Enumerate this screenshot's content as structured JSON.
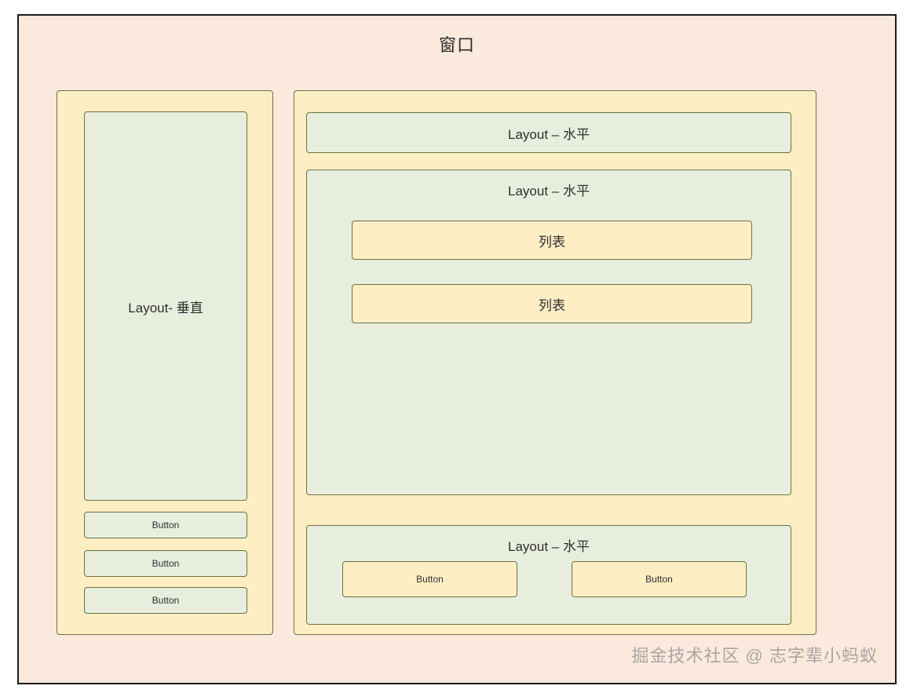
{
  "window": {
    "title": "窗口",
    "background_color": "#fbe9dd",
    "border_color": "#1a1a1a"
  },
  "palette": {
    "panel_cream": "#fdeec4",
    "box_green": "#e8eede",
    "border_olive": "#6b7340",
    "page_pink": "#fbe9dd",
    "text": "#2f2f2f"
  },
  "left_panel": {
    "vertical_layout_label": "Layout- 垂直",
    "buttons": [
      {
        "label": "Button"
      },
      {
        "label": "Button"
      },
      {
        "label": "Button"
      }
    ]
  },
  "right_panel": {
    "top_row": {
      "label": "Layout – 水平"
    },
    "middle_row": {
      "label": "Layout – 水平",
      "lists": [
        {
          "label": "列表"
        },
        {
          "label": "列表"
        }
      ]
    },
    "bottom_row": {
      "label": "Layout – 水平",
      "buttons": [
        {
          "label": "Button"
        },
        {
          "label": "Button"
        }
      ]
    }
  },
  "watermark": {
    "text": "掘金技术社区 @ 志字辈小蚂蚁"
  }
}
